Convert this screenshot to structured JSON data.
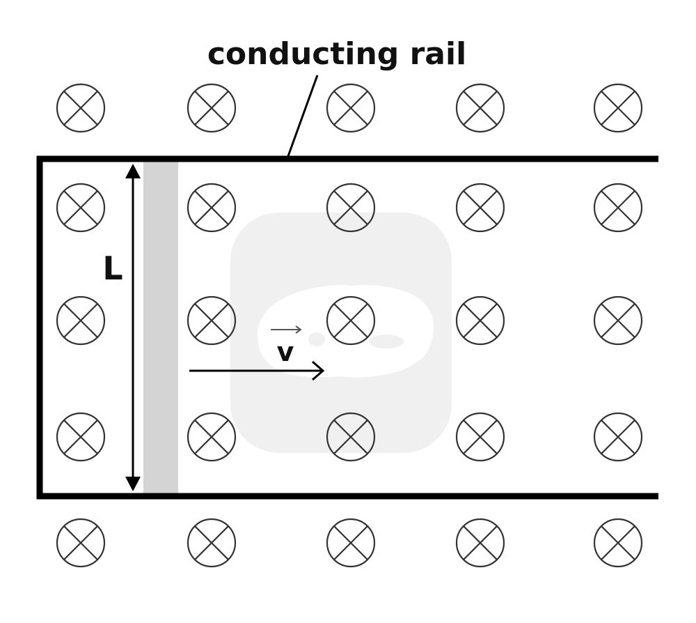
{
  "diagram": {
    "title_label": "conducting rail",
    "length_label": "L",
    "velocity_label": "v",
    "field_symbol": "into-page-field-icon",
    "field_grid": {
      "columns": 5,
      "rows": 5
    },
    "colors": {
      "rail": "#000000",
      "rod": "#d4d4d4",
      "field_symbol": "#333333",
      "watermark": "#f0f0f0",
      "background": "#ffffff"
    }
  }
}
